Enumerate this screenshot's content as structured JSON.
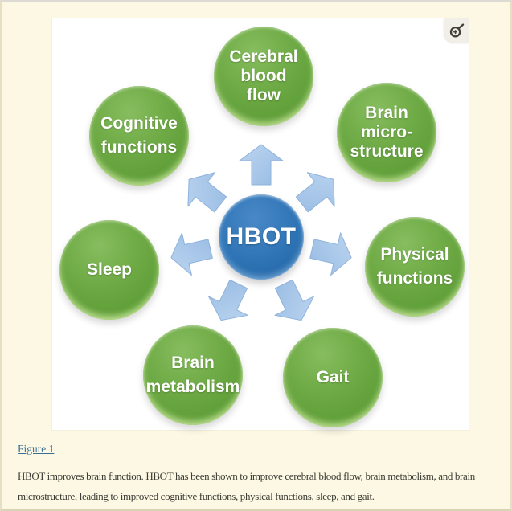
{
  "figure_page": {
    "figure_link": "Figure 1",
    "caption": "HBOT improves brain function. HBOT has been shown to improve cerebral blood flow, brain metabolism, and brain microstructure, leading to improved cognitive functions, physical functions, sleep, and gait."
  },
  "diagram": {
    "center": {
      "label": "HBOT",
      "color": "#2E74B5"
    },
    "nodes": [
      {
        "label": "Cerebral\nblood\nflow",
        "position": "top"
      },
      {
        "label": "Brain\nmicro-\nstructure",
        "position": "top-right"
      },
      {
        "label": "Physical\nfunctions",
        "position": "right"
      },
      {
        "label": "Gait",
        "position": "bottom-right"
      },
      {
        "label": "Brain\nmetabolism",
        "position": "bottom-left"
      },
      {
        "label": "Sleep",
        "position": "left"
      },
      {
        "label": "Cognitive\nfunctions",
        "position": "top-left"
      }
    ],
    "node_color": "#64A23C",
    "arrow_color": "#A7C5E8",
    "icons": {
      "zoom_button": "magnifier-plus-icon"
    }
  }
}
